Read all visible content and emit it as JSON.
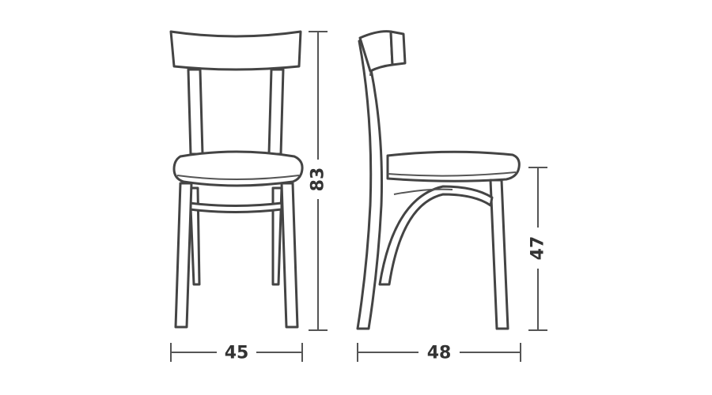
{
  "front_view": {
    "width_label": "45",
    "height_label": "83"
  },
  "side_view": {
    "depth_label": "48",
    "seat_height_label": "47"
  },
  "colors": {
    "line": "#444444",
    "background": "#ffffff"
  }
}
